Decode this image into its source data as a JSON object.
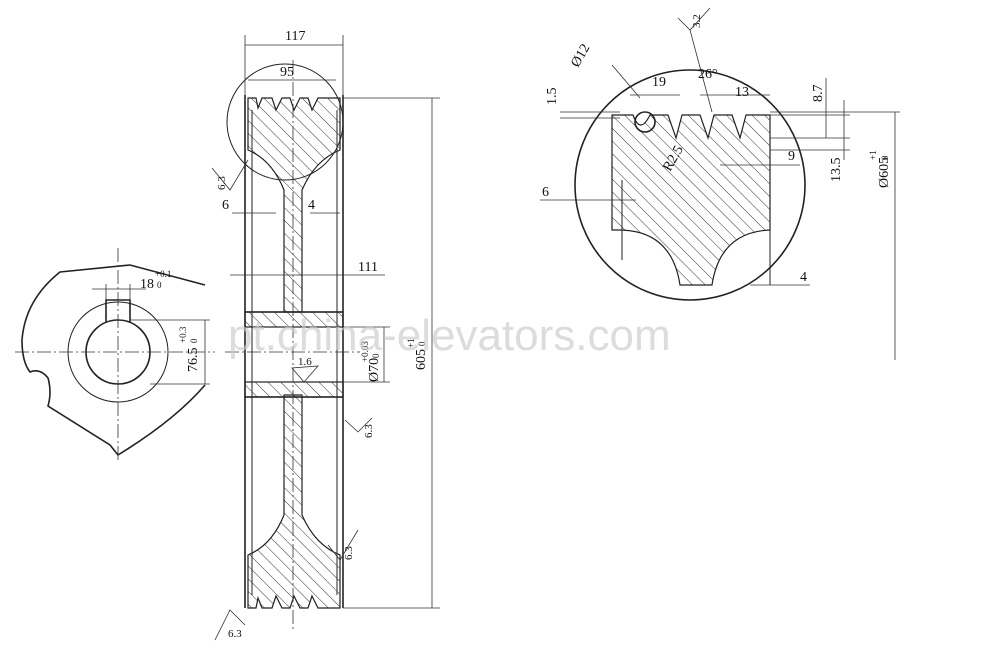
{
  "dimensions": {
    "overall_width": "117",
    "groove_width": "95",
    "left_offset": "6",
    "right_offset": "4",
    "web_span": "111",
    "bore_diameter": "Ø70",
    "bore_tol_upper": "+0.03",
    "bore_tol_lower": "0",
    "outer_diameter_label": "605",
    "outer_tol_upper": "+1",
    "outer_tol_lower": "0",
    "keyway_width": "18",
    "keyway_tol_upper": "+0.1",
    "keyway_tol_lower": "0",
    "keyway_depth": "76.5",
    "keyway_depth_tol_upper": "+0.3",
    "keyway_depth_tol_lower": "0"
  },
  "roughness": {
    "left_side": "6.3",
    "bore": "1.6",
    "right_upper": "6.3",
    "right_lower": "6.3",
    "bottom": "6.3",
    "groove": "3.2"
  },
  "detail": {
    "rope_diameter": "Ø12",
    "groove_pitch": "19",
    "groove_angle": "26°",
    "groove_top_width": "13",
    "top_offset": "1.5",
    "groove_depth": "8.7",
    "groove_radius": "R2.5",
    "groove_bottom": "9",
    "rim_depth": "13.5",
    "left_thickness": "6",
    "right_thickness": "4",
    "outer_diameter_label": "Ø605",
    "outer_tol_upper": "+1",
    "outer_tol_lower": "0"
  },
  "watermark": "pt.china-elevators.com"
}
